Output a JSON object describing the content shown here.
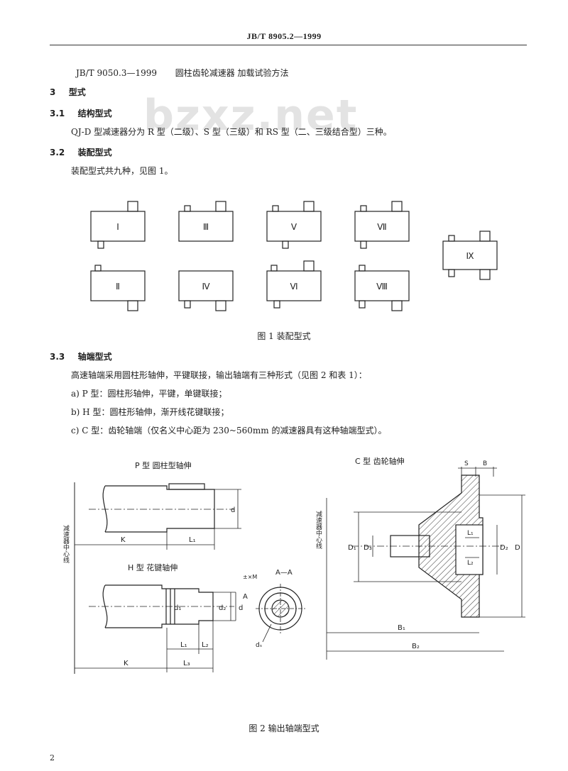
{
  "header": {
    "code": "JB/T 8905.2—1999"
  },
  "reference": {
    "code": "JB/T 9050.3—1999",
    "title": "圆柱齿轮减速器 加载试验方法"
  },
  "watermark": "bzxz.net",
  "sections": {
    "s3": {
      "num": "3",
      "title": "型式"
    },
    "s31": {
      "num": "3.1",
      "title": "结构型式",
      "body": "QJ-D 型减速器分为 R 型（二级）、S 型（三级）和 RS 型（二、三级结合型）三种。"
    },
    "s32": {
      "num": "3.2",
      "title": "装配型式",
      "body": "装配型式共九种，见图 1。"
    },
    "s33": {
      "num": "3.3",
      "title": "轴端型式",
      "body": "高速轴端采用圆柱形轴伸，平键联接，输出轴端有三种形式（见图 2 和表 1）：",
      "items": [
        "a) P 型：圆柱形轴伸，平键，单键联接；",
        "b) H 型：圆柱形轴伸，渐开线花键联接；",
        "c) C 型：齿轮轴端（仅名义中心距为 230~560mm 的减速器具有这种轴端型式）。"
      ]
    }
  },
  "figure1": {
    "caption": "图 1  装配型式",
    "labels": [
      "Ⅰ",
      "Ⅱ",
      "Ⅲ",
      "Ⅳ",
      "Ⅴ",
      "Ⅵ",
      "Ⅶ",
      "Ⅷ",
      "Ⅸ"
    ]
  },
  "figure2": {
    "caption": "图 2  输出轴端型式",
    "p_title": "P 型  圆柱型轴伸",
    "h_title": "H 型  花键轴伸",
    "c_title": "C 型  齿轮轴伸",
    "side_label_left": "减速器中心线",
    "side_label_right": "减速器中心线",
    "dims": {
      "K": "K",
      "L1": "L₁",
      "L2": "L₂",
      "Lm": "L₃",
      "d": "d",
      "d1": "d₁",
      "d2": "d₂",
      "A": "A",
      "AA": "A—A",
      "tol": "±×M",
      "ds": "dₛ",
      "S": "S",
      "B": "B",
      "D1": "D₁",
      "D2": "D₂",
      "D3": "D₃",
      "D": "D",
      "B1": "B₁",
      "B2": "B₂"
    }
  },
  "page_number": "2"
}
